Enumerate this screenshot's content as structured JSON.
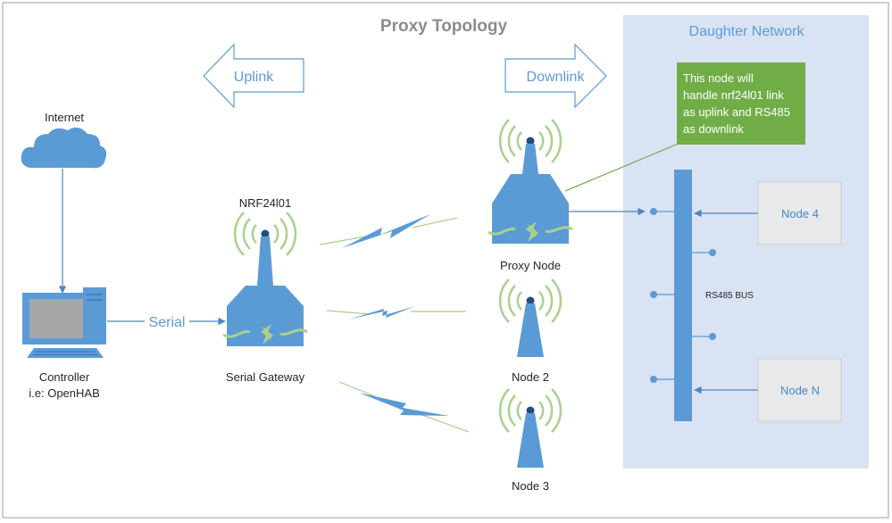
{
  "title": "Proxy Topology",
  "daughter_network": {
    "label": "Daughter Network"
  },
  "arrows": {
    "uplink": "Uplink",
    "downlink": "Downlink"
  },
  "internet": {
    "label": "Internet"
  },
  "controller": {
    "line1": "Controller",
    "line2": "i.e: OpenHAB"
  },
  "serial_link": {
    "label": "Serial"
  },
  "gateway": {
    "radio_label": "NRF24l01",
    "label": "Serial Gateway"
  },
  "proxy_node": {
    "label": "Proxy Node"
  },
  "node2": {
    "label": "Node 2"
  },
  "node3": {
    "label": "Node 3"
  },
  "callout": {
    "lines": [
      "This node will",
      "handle nrf24l01 link",
      "as uplink and RS485",
      "as downlink"
    ]
  },
  "bus": {
    "label": "RS485 BUS"
  },
  "node4": {
    "label": "Node 4"
  },
  "nodeN": {
    "label": "Node N"
  },
  "colors": {
    "device_blue": "#5b9bd5",
    "wave_green": "#a9d18e",
    "callout_green": "#70ad47",
    "daughter_bg": "#dae3f3",
    "node_box": "#e7e9ea",
    "title_gray": "#8c8c8c"
  }
}
